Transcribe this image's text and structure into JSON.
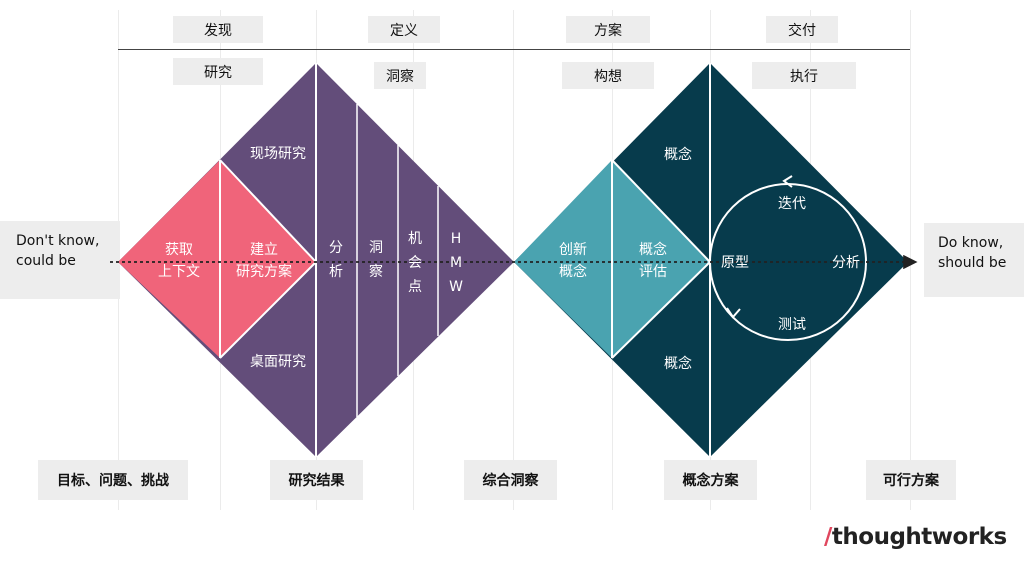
{
  "colors": {
    "pink": "#f0647a",
    "purple": "#634d7a",
    "teal": "#4aa3b0",
    "navy": "#073b4c",
    "label_bg": "#ededed"
  },
  "phases": [
    "发现",
    "定义",
    "方案",
    "交付"
  ],
  "subphases": [
    "研究",
    "洞察",
    "构想",
    "执行"
  ],
  "start_label": "Don't know, could be",
  "end_label": "Do know, should be",
  "left_diamond": {
    "pink_left": [
      "获取",
      "上下文"
    ],
    "pink_right": [
      "建立",
      "研究方案"
    ],
    "upper": "现场研究",
    "lower": "桌面研究",
    "columns": [
      [
        "分",
        "析"
      ],
      [
        "洞",
        "察"
      ],
      [
        "机",
        "会",
        "点"
      ],
      [
        "H",
        "M",
        "W"
      ]
    ]
  },
  "right_diamond": {
    "teal_left": [
      "创新",
      "概念"
    ],
    "teal_right": [
      "概念",
      "评估"
    ],
    "upper": "概念",
    "lower": "概念",
    "cycle": {
      "top": "迭代",
      "left": "原型",
      "right": "分析",
      "bottom": "测试"
    }
  },
  "outputs": [
    "目标、问题、挑战",
    "研究结果",
    "综合洞察",
    "概念方案",
    "可行方案"
  ],
  "logo": {
    "slash": "/",
    "text": "thoughtworks"
  }
}
